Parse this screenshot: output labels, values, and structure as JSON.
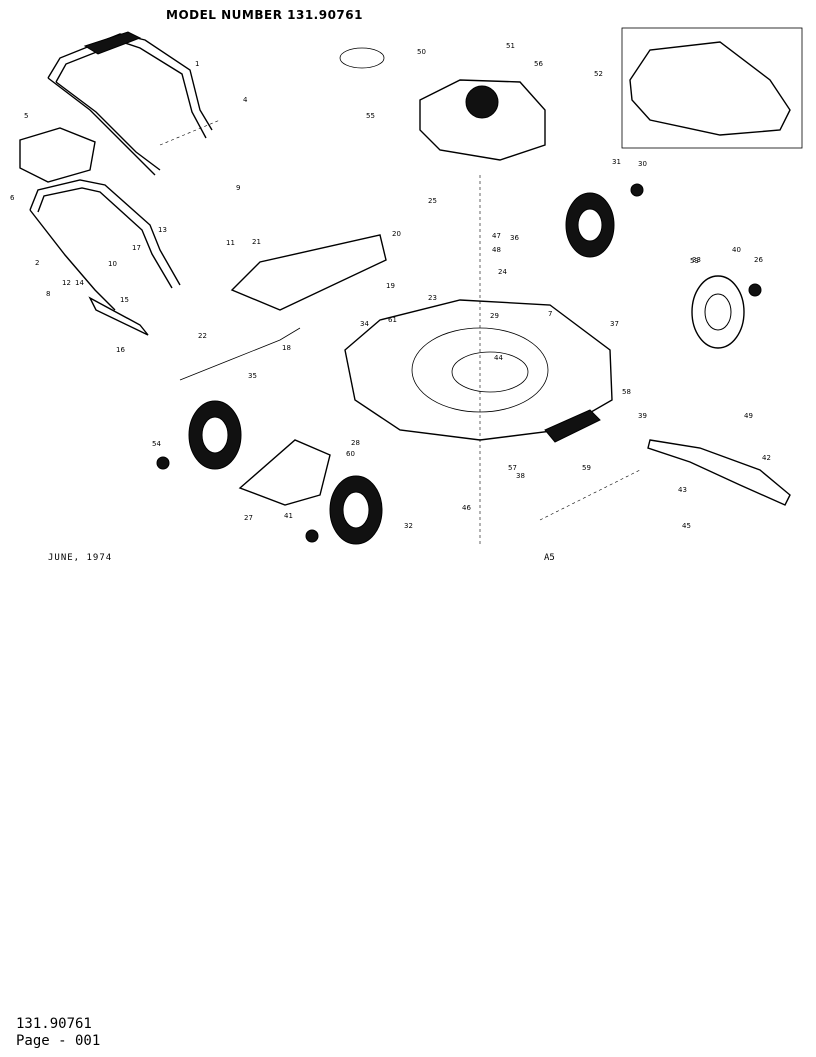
{
  "header": {
    "title": "MODEL NUMBER 131.90761"
  },
  "diagram": {
    "date_note": "JUNE, 1974",
    "sheet_code": "A5",
    "callouts": [
      "1",
      "2",
      "4",
      "5",
      "6",
      "7",
      "8",
      "9",
      "10",
      "11",
      "12",
      "13",
      "14",
      "15",
      "16",
      "17",
      "18",
      "19",
      "20",
      "21",
      "22",
      "23",
      "24",
      "25",
      "26",
      "27",
      "28",
      "29",
      "30",
      "31",
      "32",
      "33",
      "34",
      "35",
      "36",
      "37",
      "38",
      "39",
      "40",
      "41",
      "42",
      "43",
      "44",
      "45",
      "46",
      "47",
      "48",
      "49",
      "50",
      "51",
      "52",
      "53",
      "54",
      "55",
      "56",
      "57",
      "58",
      "59",
      "60",
      "61"
    ]
  },
  "footer": {
    "part_number": "131.90761",
    "page": "Page - 001"
  }
}
